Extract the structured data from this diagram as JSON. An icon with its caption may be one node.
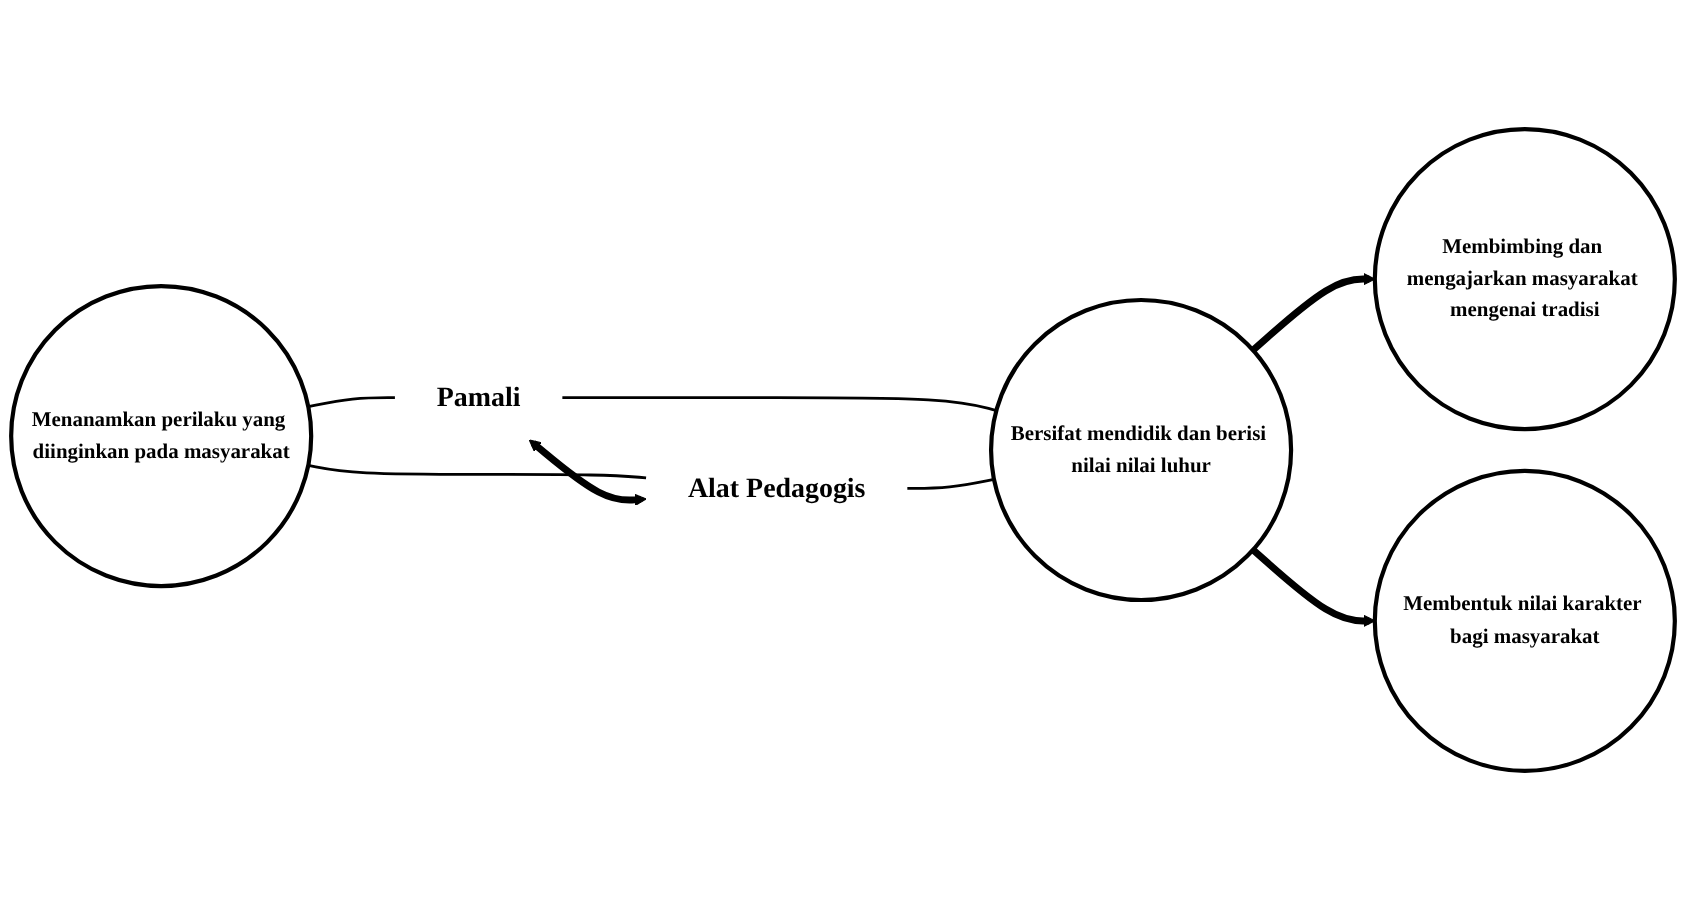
{
  "diagram": {
    "nodes": [
      {
        "text": [
          "Menanamkan perilaku yang diinginkan pada masyarakat"
        ]
      },
      {
        "text": [
          "Pamali"
        ]
      },
      {
        "text": [
          "Alat Pedagogis"
        ]
      },
      {
        "text": [
          "Bersifat mendidik dan berisi nilai nilai luhur"
        ]
      },
      {
        "text": [
          "Membimbing dan mengajarkan masyarakat mengenai tradisi"
        ]
      },
      {
        "text": [
          "Membentuk nilai karakter bagi masyarakat"
        ]
      }
    ],
    "edges": [
      {
        "from": 0,
        "to": 1,
        "arrow": "none"
      },
      {
        "from": 0,
        "to": 2,
        "arrow": "none"
      },
      {
        "from": 1,
        "to": 2,
        "arrow": "both",
        "style": "thick"
      },
      {
        "from": 1,
        "to": 3,
        "arrow": "none"
      },
      {
        "from": 2,
        "to": 3,
        "arrow": "none"
      },
      {
        "from": 3,
        "to": 4,
        "arrow": "to",
        "style": "thick"
      },
      {
        "from": 3,
        "to": 5,
        "arrow": "to",
        "style": "thick"
      }
    ]
  }
}
